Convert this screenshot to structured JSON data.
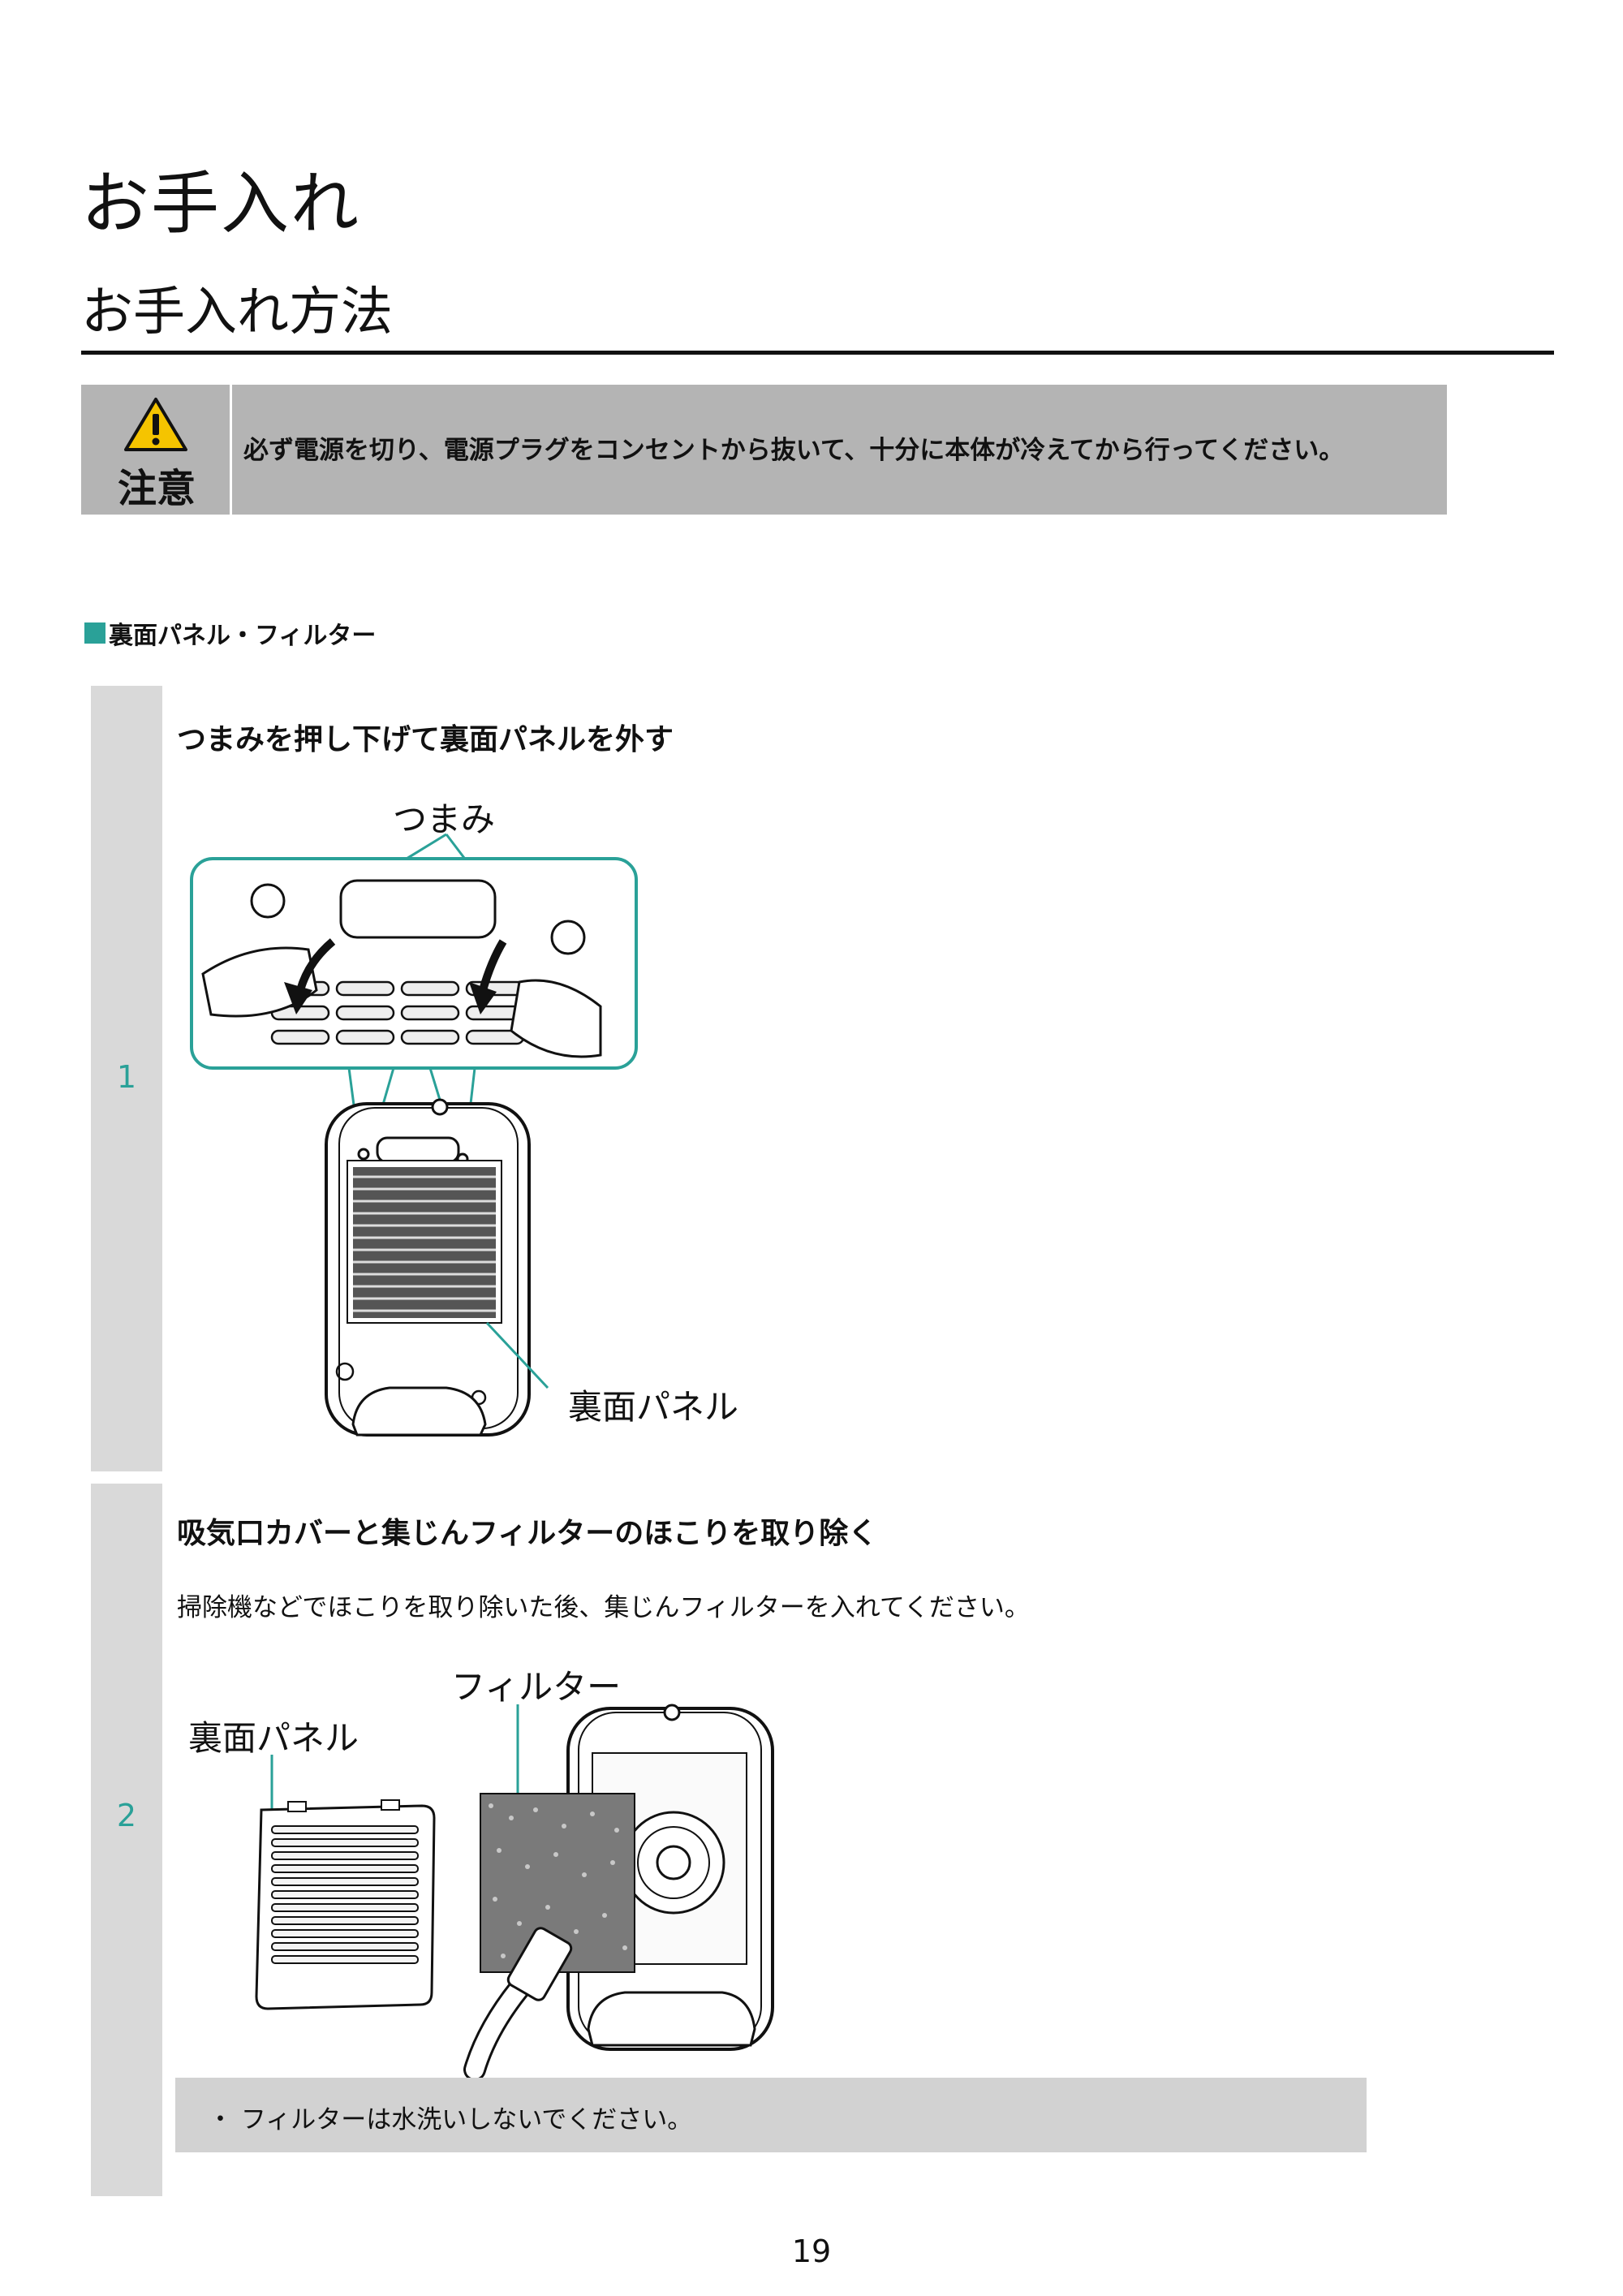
{
  "page": {
    "title": "お手入れ",
    "section_title": "お手入れ方法",
    "page_number": "19"
  },
  "caution": {
    "label": "注意",
    "text": "必ず電源を切り、電源プラグをコンセントから抜いて、十分に本体が冷えてから行ってください。",
    "icon": "warning-triangle-icon"
  },
  "subsection": {
    "title": "裏面パネル・フィルター"
  },
  "steps": [
    {
      "number": "1",
      "heading": "つまみを押し下げて裏面パネルを外す",
      "labels": {
        "knob": "つまみ",
        "back_panel": "裏面パネル"
      }
    },
    {
      "number": "2",
      "heading": "吸気口カバーと集じんフィルターのほこりを取り除く",
      "subtext": "掃除機などでほこりを取り除いた後、集じんフィルターを入れてください。",
      "labels": {
        "filter": "フィルター",
        "back_panel": "裏面パネル"
      },
      "note": "・ フィルターは水洗いしないでください。"
    }
  ],
  "colors": {
    "accent": "#2aa198",
    "caution_bg": "#b4b4b4",
    "step_bar": "#d9d9d9",
    "note_bg": "#d2d2d2",
    "warning_yellow": "#f5c400"
  }
}
